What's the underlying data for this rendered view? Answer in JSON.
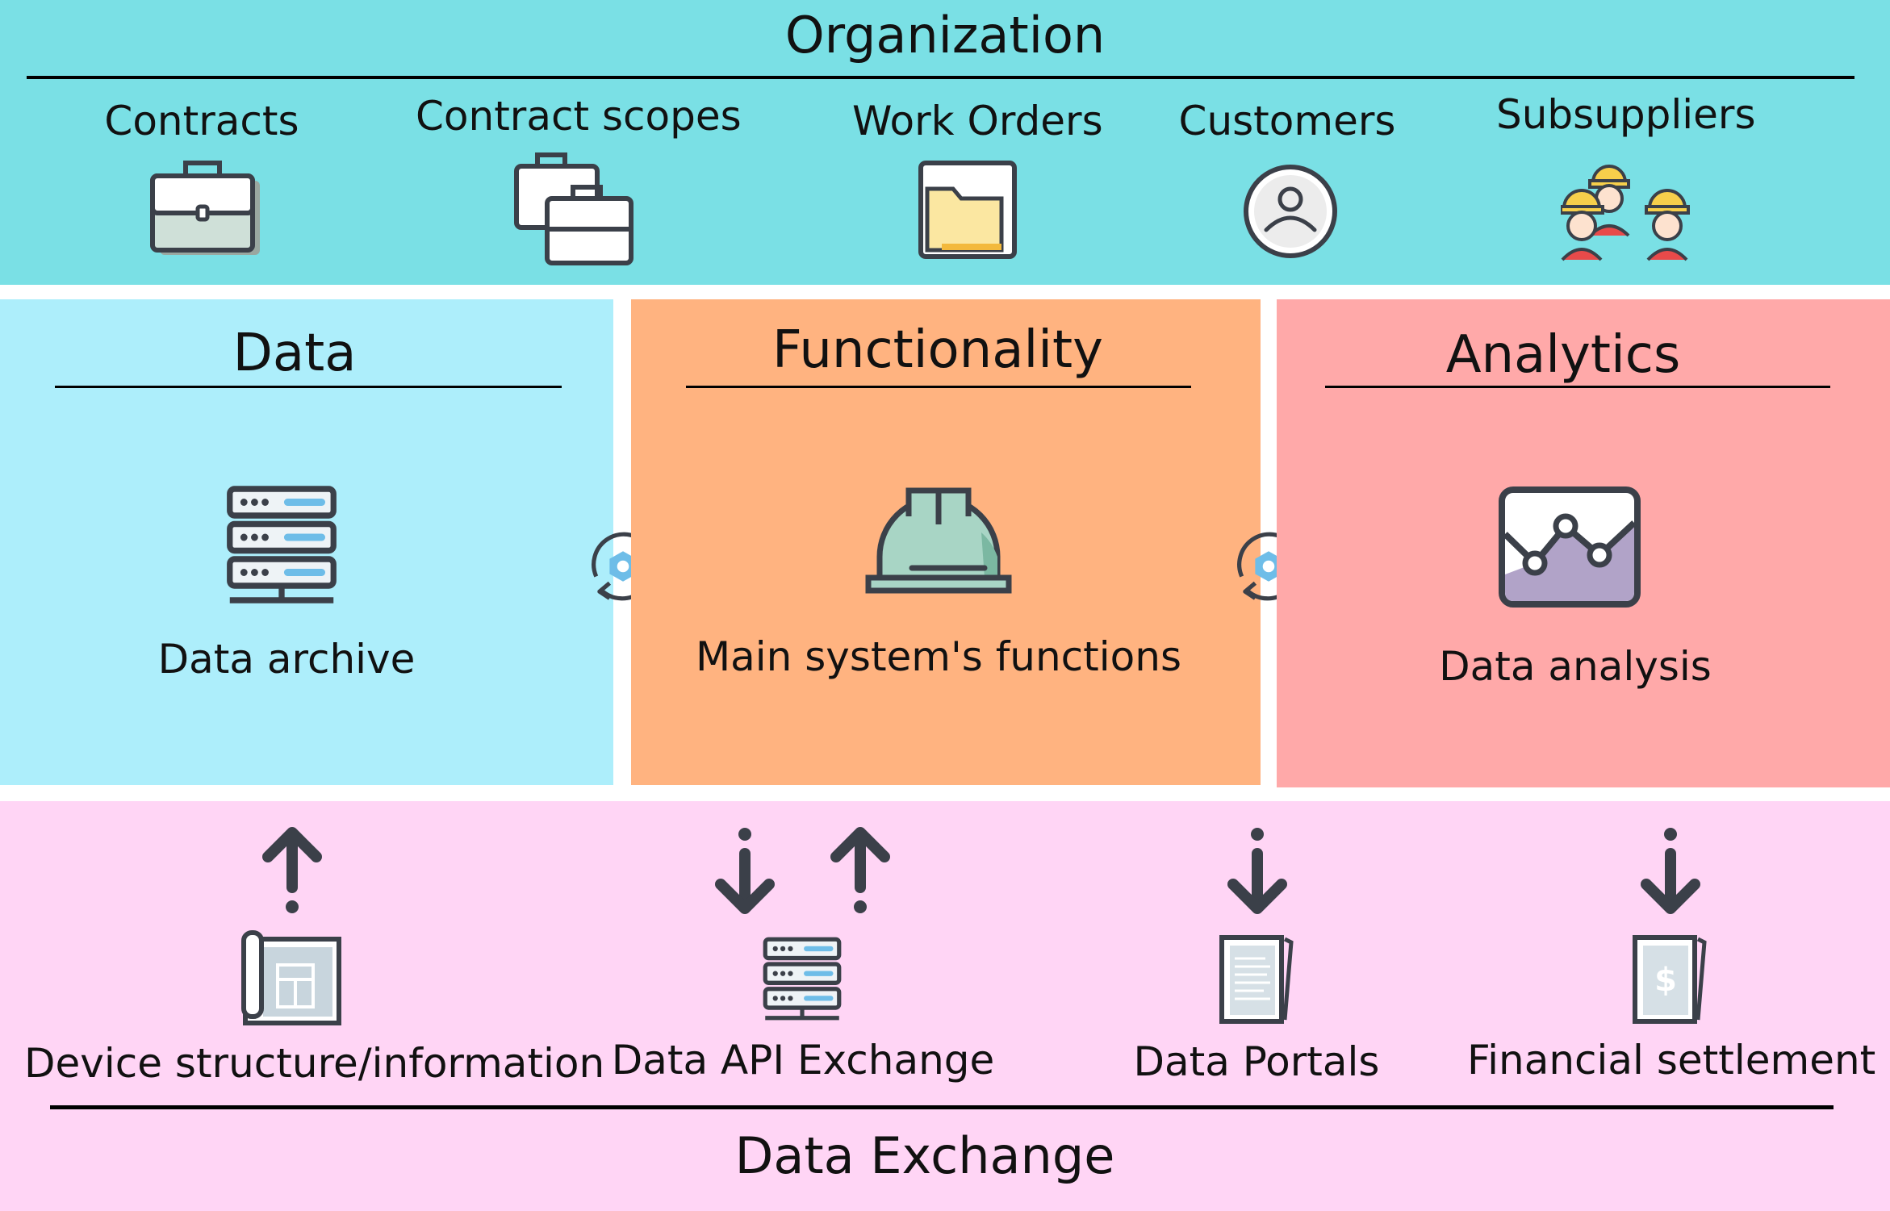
{
  "organization": {
    "title": "Organization",
    "items": [
      {
        "label": "Contracts",
        "icon": "briefcase-icon"
      },
      {
        "label": "Contract scopes",
        "icon": "briefcases-icon"
      },
      {
        "label": "Work Orders",
        "icon": "folder-icon"
      },
      {
        "label": "Customers",
        "icon": "user-icon"
      },
      {
        "label": "Subsuppliers",
        "icon": "workers-icon"
      }
    ]
  },
  "sections": {
    "data": {
      "title": "Data",
      "label": "Data archive",
      "icon": "server-icon"
    },
    "functionality": {
      "title": "Functionality",
      "label": "Main system's functions",
      "icon": "hard-hat-icon"
    },
    "analytics": {
      "title": "Analytics",
      "label": "Data analysis",
      "icon": "chart-icon"
    }
  },
  "exchange": {
    "title": "Data Exchange",
    "items": [
      {
        "label": "Device structure/information",
        "icon": "blueprint-icon",
        "arrows": [
          "up"
        ]
      },
      {
        "label": "Data API Exchange",
        "icon": "server-icon",
        "arrows": [
          "down",
          "up"
        ]
      },
      {
        "label": "Data Portals",
        "icon": "document-icon",
        "arrows": [
          "down"
        ]
      },
      {
        "label": "Financial settlement",
        "icon": "invoice-icon",
        "arrows": [
          "down"
        ]
      }
    ]
  },
  "colors": {
    "organization_bg": "#7ae0e5",
    "data_bg": "#adeefb",
    "functionality_bg": "#ffb380",
    "analytics_bg": "#ffa9a9",
    "exchange_bg": "#ffd5f5",
    "icon_stroke": "#3b4049",
    "icon_accent": "#6ebde8"
  }
}
